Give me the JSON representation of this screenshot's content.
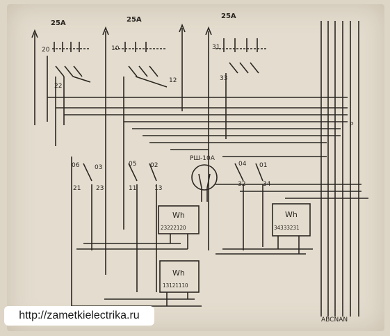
{
  "breakers": [
    {
      "rating": "25A",
      "in_no": "20",
      "out_no": "22"
    },
    {
      "rating": "25A",
      "in_no": "10",
      "out_no": "12"
    },
    {
      "rating": "25A",
      "in_no": "31",
      "out_no": "33"
    }
  ],
  "switch_labels": {
    "s06": "06",
    "s03": "03",
    "s05": "05",
    "s02": "02",
    "s04": "04",
    "s01": "01",
    "s21": "21",
    "s23": "23",
    "s11": "11",
    "s13": "13",
    "s32": "32",
    "s34": "34"
  },
  "socket_label": "РШ-10А",
  "relay_label": "Р",
  "meters": [
    {
      "title": "Wh",
      "terminals": "23222120"
    },
    {
      "title": "Wh",
      "terminals": "34333231"
    },
    {
      "title": "Wh",
      "terminals": "13121110"
    }
  ],
  "bus_label": "ABCNAN",
  "watermark": "http://zametkielectrika.ru",
  "colors": {
    "ink": "#2a2622",
    "paper": "#e4ddcf"
  }
}
